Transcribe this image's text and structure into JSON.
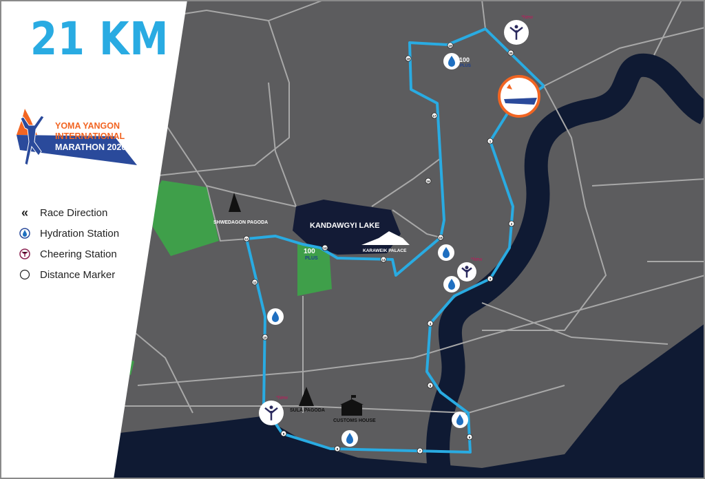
{
  "header": {
    "title": "21 KM"
  },
  "logo": {
    "line1": "YOMA YANGON",
    "line2": "INTERNATIONAL",
    "line3": "MARATHON 2020"
  },
  "legend": [
    {
      "icon": "double-chevron-left-icon",
      "label": "Race Direction"
    },
    {
      "icon": "water-drop-icon",
      "label": "Hydration Station"
    },
    {
      "icon": "cheerleader-icon",
      "label": "Cheering Station"
    },
    {
      "icon": "circle-icon",
      "label": "Distance Marker"
    }
  ],
  "landmarks": {
    "lake": "KANDAWGYI LAKE",
    "shwedagon": "SHWEDAGON PAGODA",
    "karaweik": "KARAWEIK PALACE",
    "sula": "SULA PAGODA",
    "customs": "CUSTOMS HOUSE"
  },
  "sponsor": {
    "top": "100",
    "bottom": "PLUS"
  },
  "new_tag": "*New",
  "distance_markers": [
    "1",
    "2",
    "3",
    "4",
    "5",
    "6",
    "7",
    "8",
    "9",
    "10",
    "11",
    "12",
    "13",
    "14",
    "15",
    "16",
    "17",
    "18",
    "19",
    "20"
  ],
  "colors": {
    "route": "#29abe2",
    "river": "#0f1a33",
    "park": "#3f9f4a",
    "land": "#5c5c5e",
    "road": "#a8a8a8",
    "accent": "#f26522",
    "brand_blue": "#2a4a9b"
  }
}
